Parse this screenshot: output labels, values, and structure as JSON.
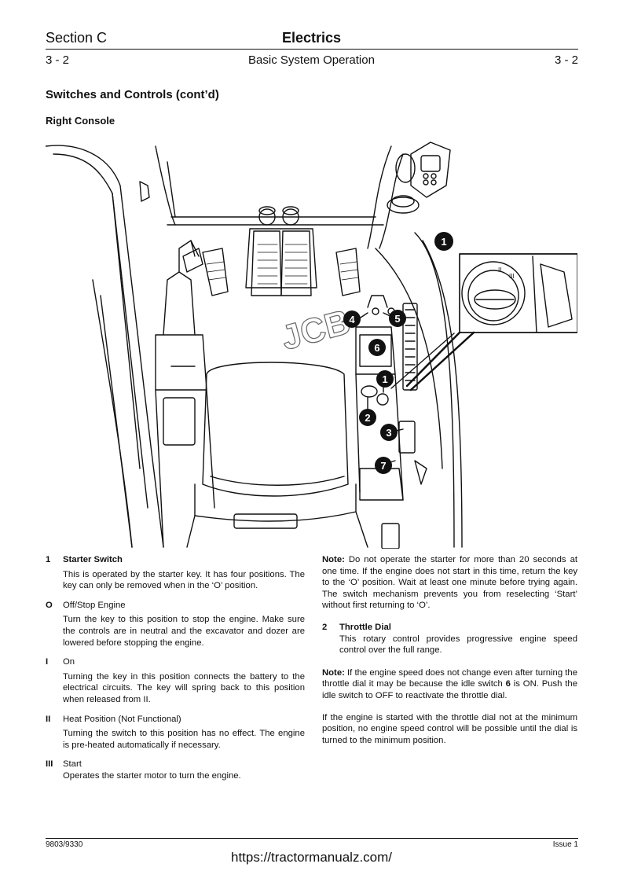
{
  "header": {
    "section": "Section C",
    "title": "Electrics",
    "page_left": "3 - 2",
    "subtitle": "Basic System Operation",
    "page_right": "3 - 2"
  },
  "heading": "Switches and Controls (cont’d)",
  "subheading": "Right Console",
  "figure": {
    "callouts": [
      "1",
      "4",
      "5",
      "6",
      "1",
      "2",
      "3",
      "7"
    ],
    "inset_marks": [
      "II",
      "III"
    ],
    "logo": "JCB"
  },
  "left_column": {
    "item1": {
      "num": "1",
      "title": "Starter Switch",
      "text": "This is operated by the starter key. It has four positions. The key can only be removed when in the ‘O’ position."
    },
    "itemO": {
      "num": "O",
      "title": "Off/Stop Engine",
      "text": "Turn the key to this position to stop the engine. Make sure the controls are in neutral and the excavator and dozer are lowered before stopping the engine."
    },
    "itemI": {
      "num": "I",
      "title": "On",
      "text": "Turning the key in this position connects the battery to the electrical circuits. The key will spring back to this position when released from II."
    },
    "itemII": {
      "num": "II",
      "title": "Heat Position (Not Functional)",
      "text": "Turning the switch to this position has no effect. The engine is pre-heated automatically if necessary."
    },
    "itemIII": {
      "num": "III",
      "title": "Start",
      "text": "Operates the starter motor to turn the engine."
    }
  },
  "right_column": {
    "note1_label": "Note:",
    "note1_text": " Do not operate the starter for more than 20 seconds at one time. If the engine does not start in this time, return the key to the ‘O’ position. Wait at least one minute before trying again. The switch mechanism prevents you from reselecting ‘Start’ without first returning to ‘O’.",
    "item2": {
      "num": "2",
      "title": "Throttle Dial",
      "text": "This rotary control provides progressive engine speed control over the full range."
    },
    "note2_label": "Note:",
    "note2_a": " If the engine speed does not change even after turning the throttle dial it may be because the idle switch ",
    "note2_b": "6",
    "note2_c": " is ON. Push the idle switch to OFF to reactivate the throttle dial.",
    "para3": "If the engine is started with the throttle dial not at the minimum position, no engine speed control will be possible until the dial is turned to the minimum position."
  },
  "footer": {
    "code": "9803/9330",
    "issue": "Issue 1",
    "url": "https://tractormanualz.com/"
  }
}
